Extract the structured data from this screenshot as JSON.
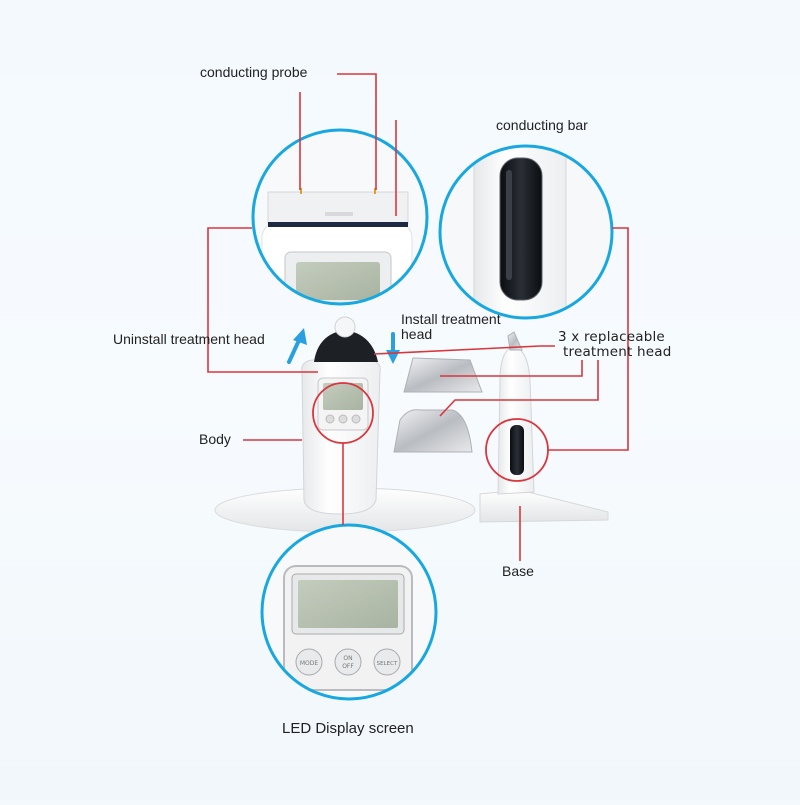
{
  "labels": {
    "conducting_probe": "conducting probe",
    "conducting_bar": "conducting bar",
    "uninstall": "Uninstall treatment head",
    "install_line1": "Install treatment",
    "install_line2": "head",
    "replaceable_line1": "3 x replaceable",
    "replaceable_line2": "treatment head",
    "body": "Body",
    "base": "Base",
    "led_display": "LED Display screen"
  },
  "buttons": {
    "mode": "MODE",
    "onoff_line1": "ON",
    "onoff_line2": "OFF",
    "select": "SELECT"
  },
  "colors": {
    "leader_line": "#d9363e",
    "callout_circle": "#19a7e0",
    "arrow": "#2aa0de",
    "lcd": "#b9c3b2",
    "device_body": "#ffffff",
    "device_dark": "#1b1f24",
    "background": "#f4f9fd"
  }
}
